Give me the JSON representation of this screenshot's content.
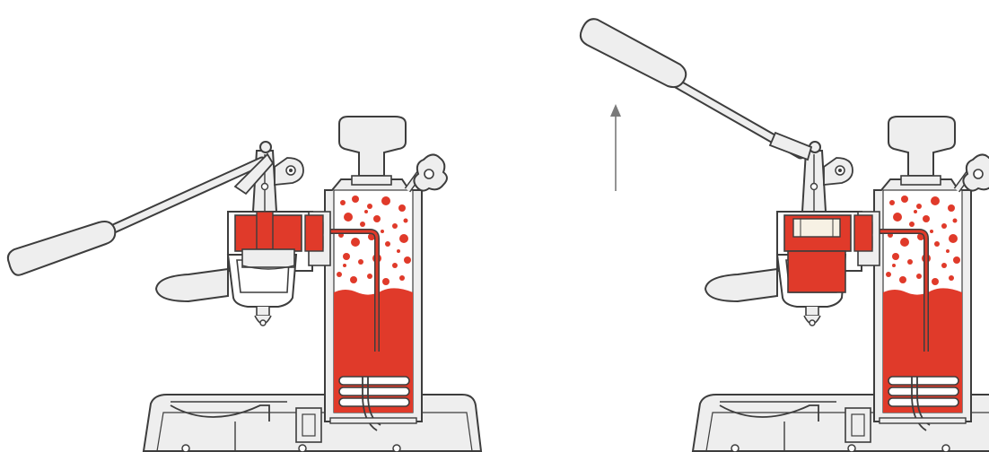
{
  "diagram": {
    "colors": {
      "water": "#e03a2a",
      "outline": "#3d3d3d",
      "metal": "#ededed",
      "metal_dark": "#d6d6d6",
      "arrow": "#7a7a7a",
      "background": "#ffffff"
    },
    "panels": [
      {
        "id": "left",
        "state": "lever-down",
        "group_filled": true
      },
      {
        "id": "right",
        "state": "lever-up",
        "group_filled": false
      }
    ],
    "arrow": {
      "icon": "up-arrow-icon"
    }
  }
}
